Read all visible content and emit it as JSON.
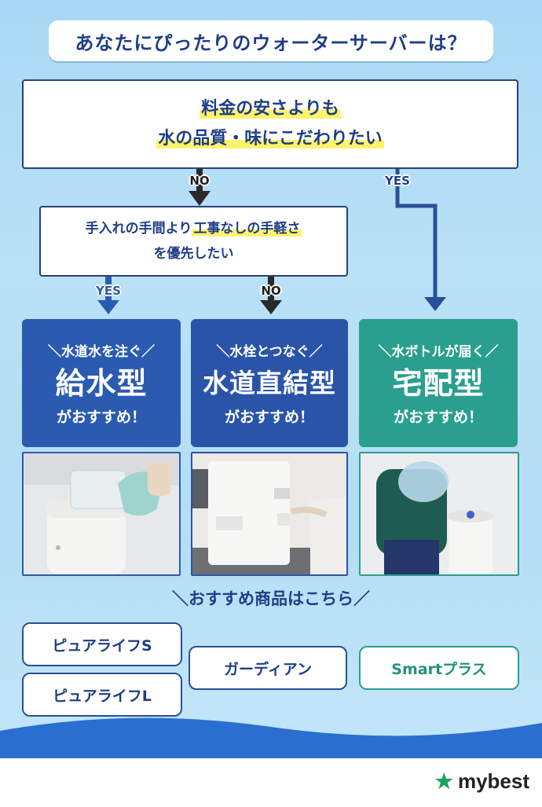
{
  "title": "あなたにぴったりのウォーターサーバーは？",
  "question1": {
    "line1": "料金の安さよりも",
    "line2": "水の品質・味にこだわりたい"
  },
  "question1_no": "NO",
  "question1_yes": "YES",
  "question2": {
    "line1a": "手入れの手間より",
    "line1b": "工事なしの手軽さ",
    "line2": "を優先したい"
  },
  "question2_yes": "YES",
  "question2_no": "NO",
  "results": [
    {
      "sub": "＼水道水を注ぐ／",
      "main": "給水型",
      "tail": "がおすすめ！"
    },
    {
      "sub": "＼水栓とつなぐ／",
      "main": "水道直結型",
      "tail": "がおすすめ！"
    },
    {
      "sub": "＼水ボトルが届く／",
      "main": "宅配型",
      "tail": "がおすすめ！"
    }
  ],
  "recommend_title": "＼おすすめ商品はこちら／",
  "products": [
    "ピュアライフS",
    "ピュアライフL",
    "ガーディアン",
    "Smartプラス"
  ],
  "brand": "mybest",
  "colors": {
    "navy": "#1f3f86",
    "blue_box": "#2a5bb0",
    "teal_box": "#2a9f8f",
    "highlight": "#fff36b"
  }
}
